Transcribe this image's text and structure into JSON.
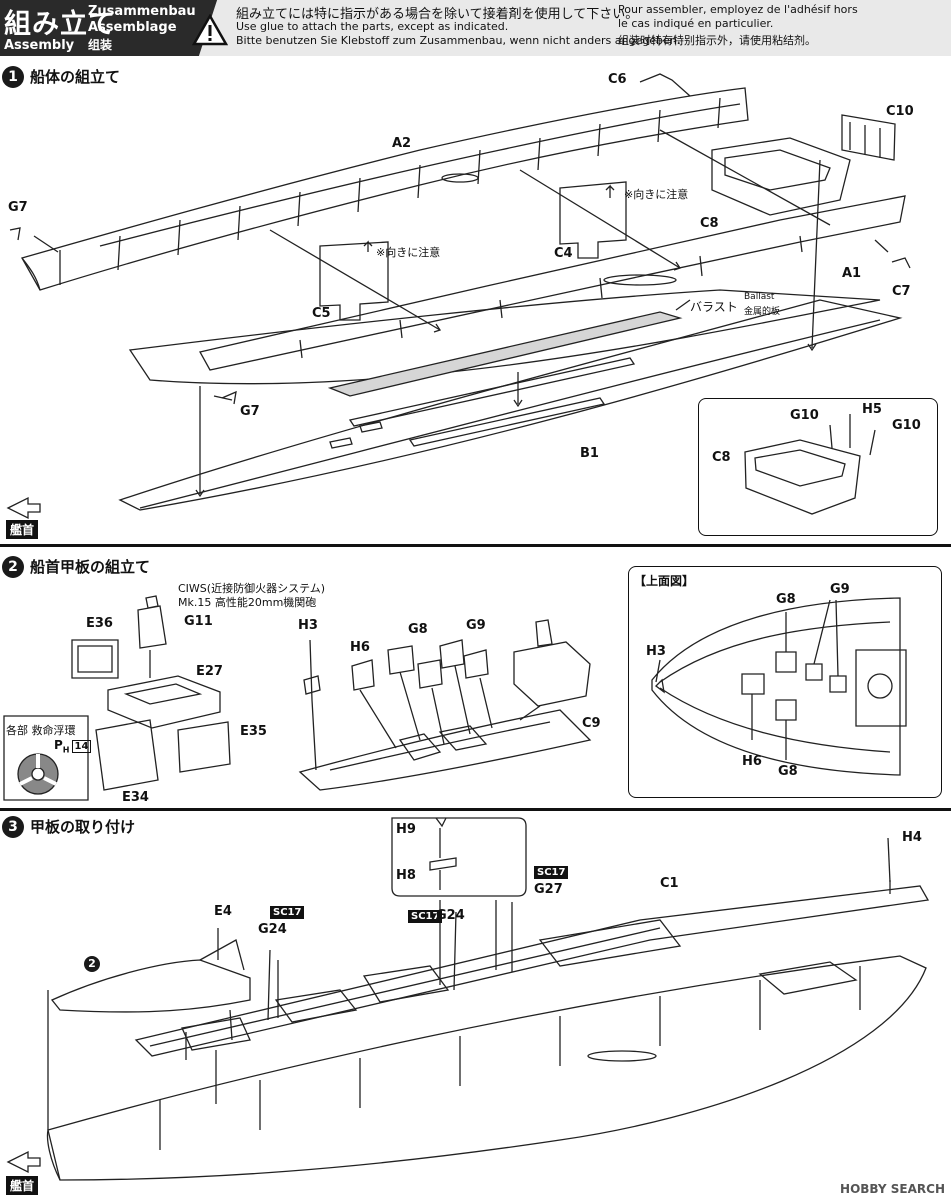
{
  "header": {
    "title_ja": "組み立て",
    "title_en": "Assembly",
    "title_de": "Zusammenbau",
    "title_de2": "Assemblage",
    "title_zh": "组装",
    "note_ja": "組み立てには特に指示がある場合を除いて接着剤を使用して下さい。",
    "note_en": "Use glue to attach the parts, except as indicated.",
    "note_de": "Bitte benutzen Sie Klebstoff zum Zusammenbau, wenn nicht anders angegeben.",
    "note_fr1": "Pour assembler, employez de l'adhésif hors",
    "note_fr2": "le cas indiqué en particulier.",
    "note_zh": "组装时特有特别指示外，请使用粘结剂。"
  },
  "steps": [
    {
      "num": "1",
      "title": "船体の組立て"
    },
    {
      "num": "2",
      "title": "船首甲板の組立て"
    },
    {
      "num": "3",
      "title": "甲板の取り付け"
    }
  ],
  "step1": {
    "labels": {
      "c6": "C6",
      "c10": "C10",
      "a2": "A2",
      "g7a": "G7",
      "c8": "C8",
      "c4": "C4",
      "c5": "C5",
      "a1": "A1",
      "c7": "C7",
      "g7b": "G7",
      "b1": "B1"
    },
    "note_c4": "※向きに注意",
    "note_c5": "※向きに注意",
    "ballast_ja": "バラスト",
    "ballast_en": "Ballast",
    "ballast_zh": "金属的板",
    "inset": {
      "g10a": "G10",
      "h5": "H5",
      "g10b": "G10",
      "c8": "C8"
    },
    "bow": "艦首"
  },
  "step2": {
    "ciws1": "CIWS(近接防御火器システム)",
    "ciws2": "Mk.15 高性能20mm機関砲",
    "labels": {
      "e36": "E36",
      "g11": "G11",
      "e27": "E27",
      "e35": "E35",
      "e34": "E34",
      "h3": "H3",
      "h6": "H6",
      "g8": "G8",
      "g9": "G9",
      "c9": "C9"
    },
    "lifebuoy": "各部 救命浮環",
    "ph": "P",
    "ph_sub": "H",
    "ph_num": "14",
    "top_view": {
      "title": "【上面図】",
      "g8a": "G8",
      "g9": "G9",
      "h3": "H3",
      "h6": "H6",
      "g8b": "G8"
    }
  },
  "step3": {
    "labels": {
      "h9": "H9",
      "h8": "H8",
      "h4": "H4",
      "c1": "C1",
      "g27": "G27",
      "e4": "E4",
      "g24a": "G24",
      "g24b": "G24"
    },
    "sc_a": "SC17",
    "sc_b": "SC17",
    "sc_c": "SC17",
    "ref": "2",
    "bow": "艦首"
  },
  "watermark": "HOBBY SEARCH"
}
